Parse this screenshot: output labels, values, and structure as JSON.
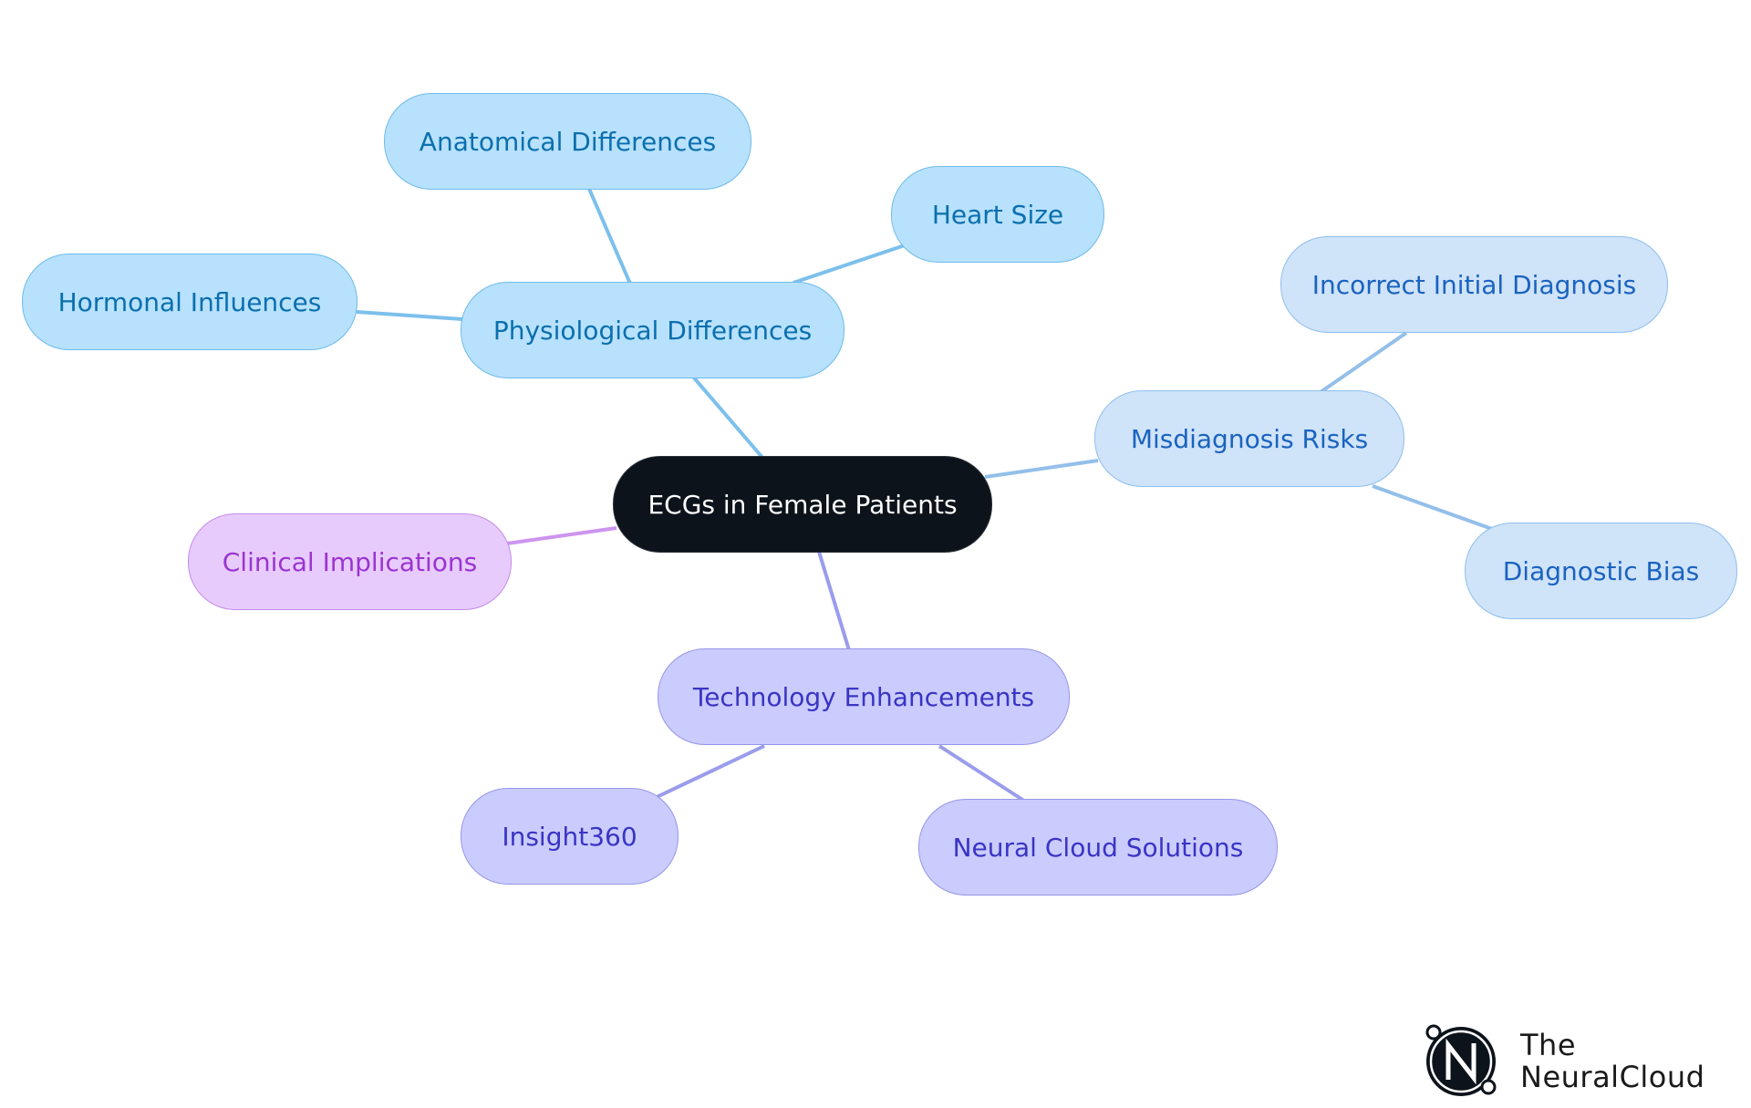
{
  "diagram": {
    "central": "ECGs in Female Patients",
    "branches": {
      "physiological": {
        "label": "Physiological Differences",
        "children": {
          "anatomical": "Anatomical Differences",
          "heart_size": "Heart Size",
          "hormonal": "Hormonal Influences"
        }
      },
      "misdiagnosis": {
        "label": "Misdiagnosis Risks",
        "children": {
          "incorrect_initial": "Incorrect Initial Diagnosis",
          "diagnostic_bias": "Diagnostic Bias"
        }
      },
      "technology": {
        "label": "Technology Enhancements",
        "children": {
          "insight360": "Insight360",
          "neural_cloud": "Neural Cloud Solutions"
        }
      },
      "clinical": {
        "label": "Clinical Implications"
      }
    },
    "colors": {
      "physiological_edge": "#7cc0ec",
      "misdiagnosis_edge": "#93bfea",
      "technology_edge": "#9a9cec",
      "clinical_edge": "#cc95ef",
      "central_fill": "#0d131b"
    }
  },
  "logo": {
    "line1": "The",
    "line2": "NeuralCloud",
    "mark_letter": "N"
  }
}
